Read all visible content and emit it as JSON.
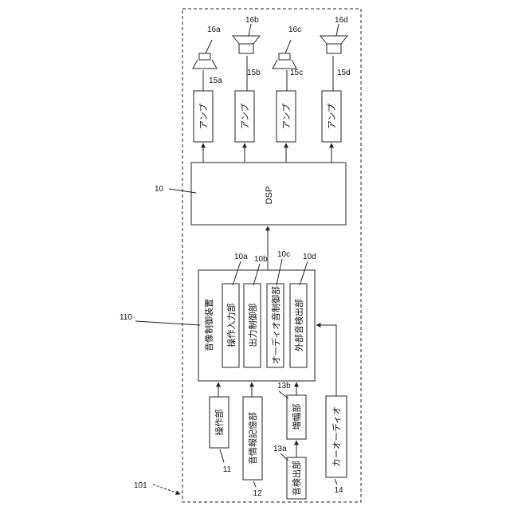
{
  "diagram": {
    "system_ref": "101",
    "dsp": {
      "label": "DSP",
      "ref": "10"
    },
    "controller": {
      "label": "音像制御装置",
      "ref": "110"
    },
    "modules": [
      {
        "label": "操作入力部",
        "ref": "10a"
      },
      {
        "label": "出力制御部",
        "ref": "10b"
      },
      {
        "label": "オーディオ音制御部",
        "ref": "10c"
      },
      {
        "label": "外部音検出部",
        "ref": "10d"
      }
    ],
    "amps": [
      {
        "label": "アンプ",
        "ref": "15a"
      },
      {
        "label": "アンプ",
        "ref": "15b"
      },
      {
        "label": "アンプ",
        "ref": "15c"
      },
      {
        "label": "アンプ",
        "ref": "15d"
      }
    ],
    "speakers": [
      {
        "ref": "16a"
      },
      {
        "ref": "16b"
      },
      {
        "ref": "16c"
      },
      {
        "ref": "16d"
      }
    ],
    "inputs": {
      "operation": {
        "label": "操作部",
        "ref": "11"
      },
      "storage": {
        "label": "音情報記憶部",
        "ref": "12"
      },
      "amplifier": {
        "label": "増幅部",
        "ref": "13b"
      },
      "detector": {
        "label": "音検出部",
        "ref": "13a"
      },
      "car_audio": {
        "label": "カーオーディオ",
        "ref": "14"
      }
    }
  }
}
